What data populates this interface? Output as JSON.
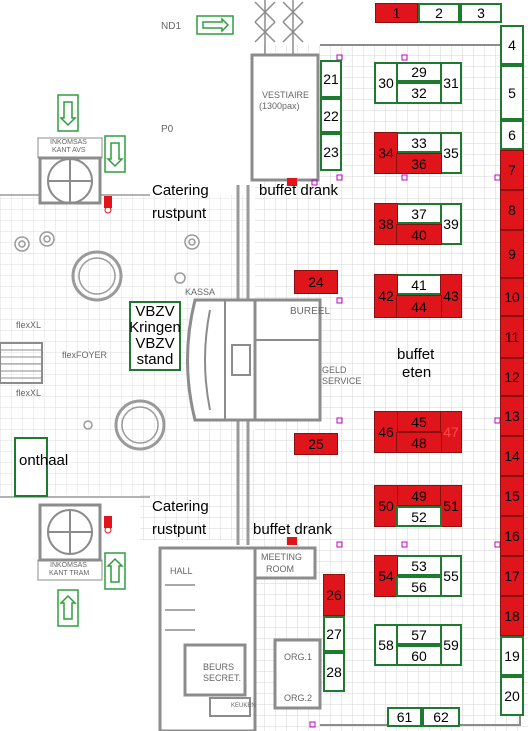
{
  "labels": {
    "nd1": "ND1",
    "vestiaire": "VESTIAIRE",
    "vestiaire_cap": "(1300pax)",
    "p0": "P0",
    "inkomsas_avs_1": "INKOMSAS",
    "inkomsas_avs_2": "KANT AVS",
    "inkomsas_tram_1": "INKOMSAS",
    "inkomsas_tram_2": "KANT TRAM",
    "kassa": "KASSA",
    "bureel": "BUREEL",
    "geld_1": "GELD",
    "geld_2": "SERVICE",
    "flexxl_1": "flexXL",
    "flexxl_2": "flexXL",
    "flexfoyer": "flexFOYER",
    "hall": "HALL",
    "meeting_1": "MEETING",
    "meeting_2": "ROOM",
    "beurs_1": "BEURS",
    "beurs_2": "SECRET.",
    "org1": "ORG.1",
    "org2": "ORG.2",
    "keuken": "KEUKEN",
    "catering_top_1": "Catering",
    "catering_top_2": "rustpunt",
    "catering_bottom_1": "Catering",
    "catering_bottom_2": "rustpunt",
    "buffet_drank_top": "buffet drank",
    "buffet_drank_bottom": "buffet drank",
    "buffet_eten_1": "buffet",
    "buffet_eten_2": "eten",
    "vbzv_1": "VBZV",
    "vbzv_2": "Kringen",
    "vbzv_3": "VBZV",
    "vbzv_4": "stand",
    "onthaal": "onthaal"
  },
  "colors": {
    "booth_red": "#e0141b",
    "booth_border_green": "#1d7a2f",
    "floor_grid": "#d6d6d6",
    "walls": "#8c8c8c",
    "marker_magenta": "#c000c0"
  },
  "booths": [
    {
      "num": "1",
      "fill": "red"
    },
    {
      "num": "2",
      "fill": "white"
    },
    {
      "num": "3",
      "fill": "white"
    },
    {
      "num": "4",
      "fill": "white"
    },
    {
      "num": "5",
      "fill": "white"
    },
    {
      "num": "6",
      "fill": "white"
    },
    {
      "num": "7",
      "fill": "red"
    },
    {
      "num": "8",
      "fill": "red"
    },
    {
      "num": "9",
      "fill": "red"
    },
    {
      "num": "10",
      "fill": "red"
    },
    {
      "num": "11",
      "fill": "red"
    },
    {
      "num": "12",
      "fill": "red"
    },
    {
      "num": "13",
      "fill": "red"
    },
    {
      "num": "14",
      "fill": "red"
    },
    {
      "num": "15",
      "fill": "red"
    },
    {
      "num": "16",
      "fill": "red"
    },
    {
      "num": "17",
      "fill": "red"
    },
    {
      "num": "18",
      "fill": "red"
    },
    {
      "num": "19",
      "fill": "white"
    },
    {
      "num": "20",
      "fill": "white"
    },
    {
      "num": "21",
      "fill": "white"
    },
    {
      "num": "22",
      "fill": "white"
    },
    {
      "num": "23",
      "fill": "white"
    },
    {
      "num": "24",
      "fill": "red"
    },
    {
      "num": "25",
      "fill": "red"
    },
    {
      "num": "26",
      "fill": "red"
    },
    {
      "num": "27",
      "fill": "white"
    },
    {
      "num": "28",
      "fill": "white"
    },
    {
      "num": "29",
      "fill": "white"
    },
    {
      "num": "30",
      "fill": "white"
    },
    {
      "num": "31",
      "fill": "white"
    },
    {
      "num": "32",
      "fill": "white"
    },
    {
      "num": "33",
      "fill": "white"
    },
    {
      "num": "34",
      "fill": "red"
    },
    {
      "num": "35",
      "fill": "white"
    },
    {
      "num": "36",
      "fill": "red"
    },
    {
      "num": "37",
      "fill": "white"
    },
    {
      "num": "38",
      "fill": "red"
    },
    {
      "num": "39",
      "fill": "white"
    },
    {
      "num": "40",
      "fill": "red"
    },
    {
      "num": "41",
      "fill": "white"
    },
    {
      "num": "42",
      "fill": "red"
    },
    {
      "num": "43",
      "fill": "red"
    },
    {
      "num": "44",
      "fill": "red"
    },
    {
      "num": "45",
      "fill": "red"
    },
    {
      "num": "46",
      "fill": "red"
    },
    {
      "num": "47",
      "fill": "red"
    },
    {
      "num": "48",
      "fill": "red"
    },
    {
      "num": "49",
      "fill": "red"
    },
    {
      "num": "50",
      "fill": "red"
    },
    {
      "num": "51",
      "fill": "red"
    },
    {
      "num": "52",
      "fill": "white"
    },
    {
      "num": "53",
      "fill": "white"
    },
    {
      "num": "54",
      "fill": "red"
    },
    {
      "num": "55",
      "fill": "white"
    },
    {
      "num": "56",
      "fill": "white"
    },
    {
      "num": "57",
      "fill": "white"
    },
    {
      "num": "58",
      "fill": "white"
    },
    {
      "num": "59",
      "fill": "white"
    },
    {
      "num": "60",
      "fill": "white"
    },
    {
      "num": "61",
      "fill": "white"
    },
    {
      "num": "62",
      "fill": "white"
    }
  ]
}
